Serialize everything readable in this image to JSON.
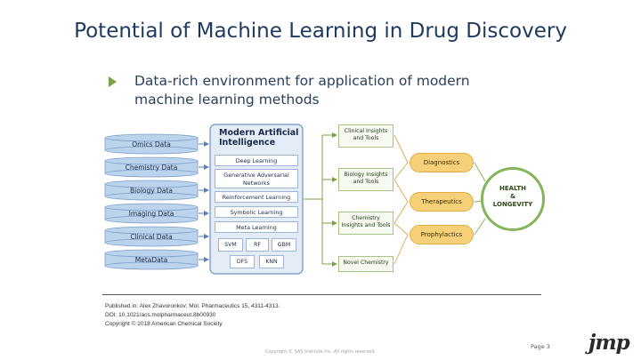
{
  "slide": {
    "title": "Potential of Machine Learning in Drug Discovery",
    "bullet_line1": "Data-rich environment for application of modern",
    "bullet_line2": "machine learning methods"
  },
  "figure": {
    "data_sources": [
      "Omics Data",
      "Chemistry Data",
      "Biology Data",
      "Imaging Data",
      "Clinical Data",
      "MetaData"
    ],
    "ai_title_line1": "Modern Artificial",
    "ai_title_line2": "Intelligence",
    "methods": [
      {
        "line1": "Deep Learning",
        "line2": ""
      },
      {
        "line1": "Generative Adversarial",
        "line2": "Networks"
      },
      {
        "line1": "Reinforcement Learning",
        "line2": ""
      },
      {
        "line1": "Symbolic Learning",
        "line2": ""
      },
      {
        "line1": "Meta Learning",
        "line2": ""
      }
    ],
    "algorithms_row1": [
      "SVM",
      "RF",
      "GBM"
    ],
    "algorithms_row2": [
      "DFS",
      "KNN"
    ],
    "tools": [
      {
        "line1": "Clinical Insights",
        "line2": "and Tools"
      },
      {
        "line1": "Biology Insights",
        "line2": "and Tools"
      },
      {
        "line1": "Chemistry",
        "line2": "Insights and Tools"
      },
      {
        "line1": "Novel Chemistry",
        "line2": ""
      }
    ],
    "applications": [
      "Diagnostics",
      "Therapeutics",
      "Prophylactics"
    ],
    "outcome_line1": "HEALTH",
    "outcome_line2": "&",
    "outcome_line3": "LONGEVITY",
    "colors": {
      "cylinder": "#bcd3ee",
      "tools_border": "#a9c287",
      "apps": "#f7d07a",
      "outcome": "#86b45a"
    }
  },
  "citation": {
    "line1": "Published in: Alex Zhavoronkov; Mol. Pharmaceutics  15, 4311-4313.",
    "line2": "DOI: 10.1021/acs.molpharmaceut.8b00930",
    "line3": "Copyright © 2018 American Chemical Society"
  },
  "footer": {
    "center": "Copyright © SAS Institute Inc. All rights reserved.",
    "page": "Page 3",
    "logo": "jmp"
  }
}
